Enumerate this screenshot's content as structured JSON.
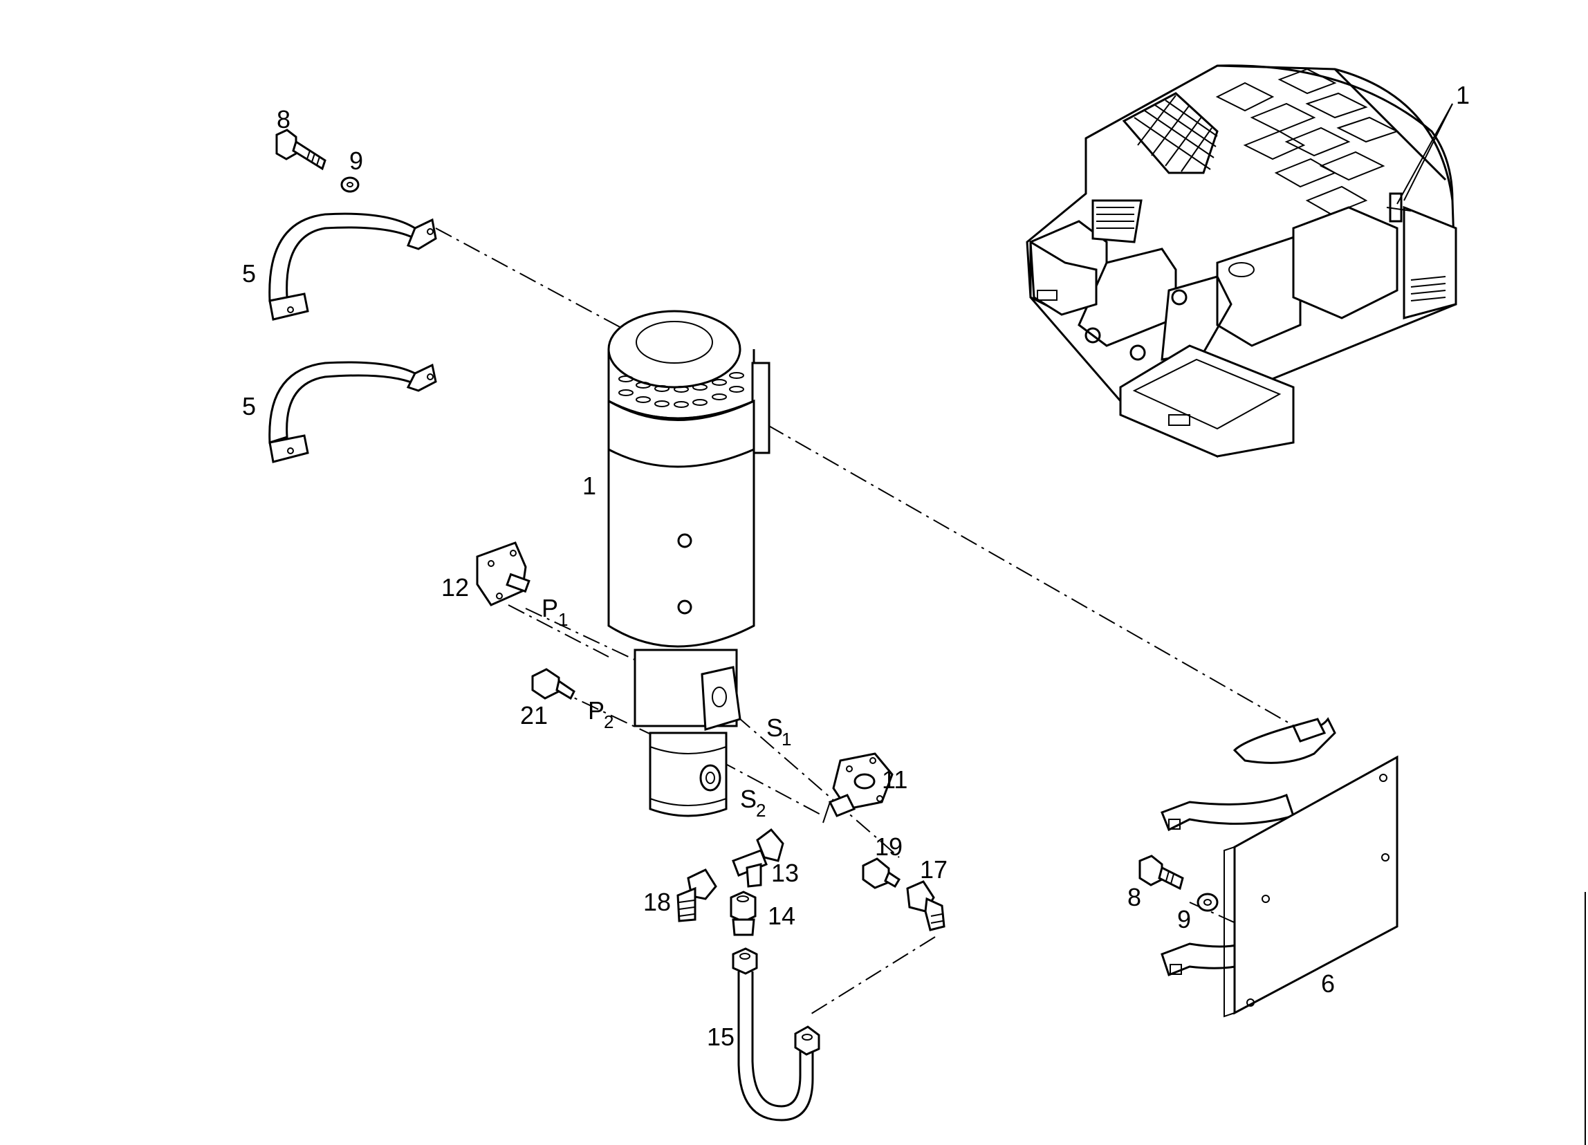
{
  "callouts": {
    "c1_top": "1",
    "c1_main": "1",
    "c5_upper": "5",
    "c5_lower": "5",
    "c6": "6",
    "c8_left": "8",
    "c8_right": "8",
    "c9_left": "9",
    "c9_right": "9",
    "c11": "11",
    "c12": "12",
    "c13": "13",
    "c14": "14",
    "c15": "15",
    "c17": "17",
    "c18": "18",
    "c19": "19",
    "c21": "21"
  },
  "ports": {
    "p1": {
      "main": "P",
      "sub": "1"
    },
    "p2": {
      "main": "P",
      "sub": "2"
    },
    "s1": {
      "main": "S",
      "sub": "1"
    },
    "s2": {
      "main": "S",
      "sub": "2"
    }
  }
}
